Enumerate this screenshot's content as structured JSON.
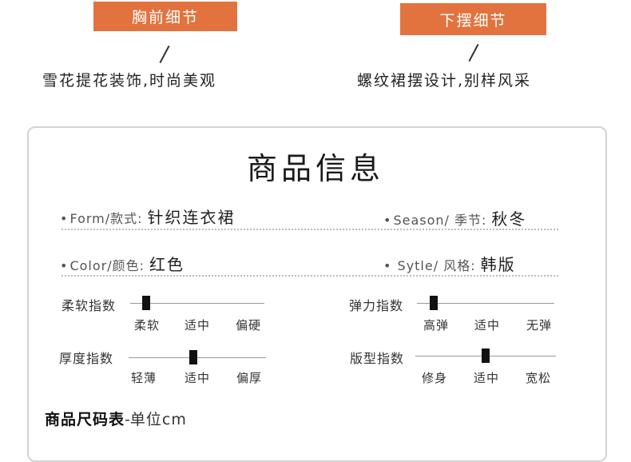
{
  "colors": {
    "tag_orange": "#E2733E"
  },
  "details": {
    "chest_tag": "胸前细节",
    "chest_caption": "雪花提花装饰,时尚美观",
    "hem_tag": "下摆细节",
    "hem_caption": "螺纹裙摆设计,别样风采"
  },
  "product_info": {
    "title": "商品信息",
    "form": {
      "label": "Form/款式:",
      "value": "针织连衣裙"
    },
    "season": {
      "label": "Season/ 季节:",
      "value": "秋冬"
    },
    "color": {
      "label": "Color/颜色:",
      "value": "红色"
    },
    "style": {
      "label": "Sytle/  风格:",
      "value": "韩版"
    }
  },
  "scales": {
    "softness": {
      "label": "柔软指数",
      "ticks": [
        "柔软",
        "适中",
        "偏硬"
      ],
      "level": 0.12
    },
    "elasticity": {
      "label": "弹力指数",
      "ticks": [
        "高弹",
        "适中",
        "无弹"
      ],
      "level": 0.12
    },
    "thickness": {
      "label": "厚度指数",
      "ticks": [
        "轻薄",
        "适中",
        "偏厚"
      ],
      "level": 0.47
    },
    "fit": {
      "label": "版型指数",
      "ticks": [
        "修身",
        "适中",
        "宽松"
      ],
      "level": 0.5
    }
  },
  "size_chart": {
    "title": "商品尺码表",
    "dash": "-",
    "unit": "单位cm"
  }
}
